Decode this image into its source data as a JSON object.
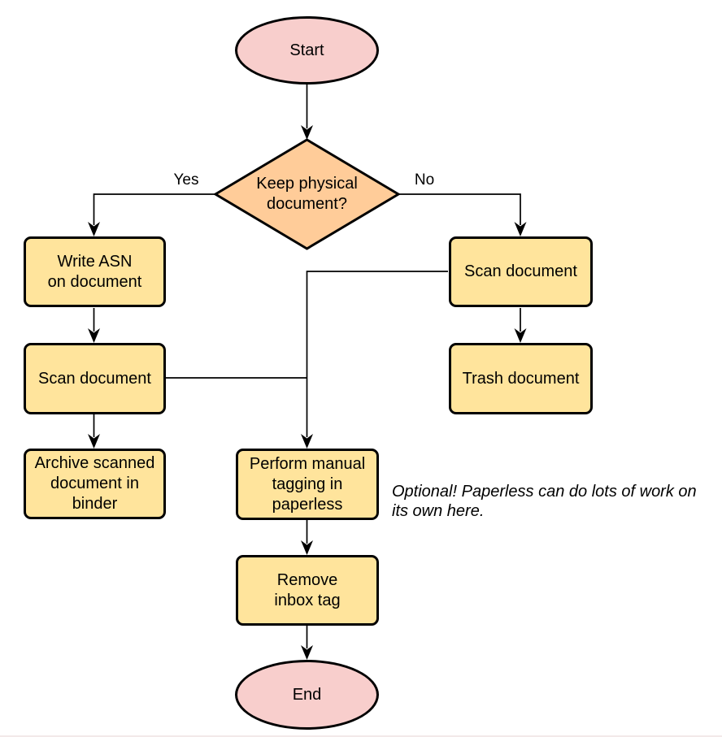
{
  "diagram": {
    "nodes": {
      "start": {
        "label": "Start",
        "type": "terminator"
      },
      "decision": {
        "label": "Keep physical\ndocument?",
        "type": "decision"
      },
      "write_asn": {
        "label": "Write ASN\non document",
        "type": "process"
      },
      "scan_left": {
        "label": "Scan document",
        "type": "process"
      },
      "archive": {
        "label": "Archive scanned\ndocument in\nbinder",
        "type": "process"
      },
      "scan_right": {
        "label": "Scan document",
        "type": "process"
      },
      "trash": {
        "label": "Trash document",
        "type": "process"
      },
      "tagging": {
        "label": "Perform manual\ntagging in\npaperless",
        "type": "process"
      },
      "remove_inbox": {
        "label": "Remove\ninbox tag",
        "type": "process"
      },
      "end": {
        "label": "End",
        "type": "terminator"
      }
    },
    "edge_labels": {
      "yes": "Yes",
      "no": "No"
    },
    "note": "Optional! Paperless can do lots of work on\nits own here.",
    "colors": {
      "terminator_fill": "#f8cecc",
      "decision_fill": "#ffcc99",
      "process_fill": "#ffe49c",
      "stroke": "#000000"
    }
  }
}
